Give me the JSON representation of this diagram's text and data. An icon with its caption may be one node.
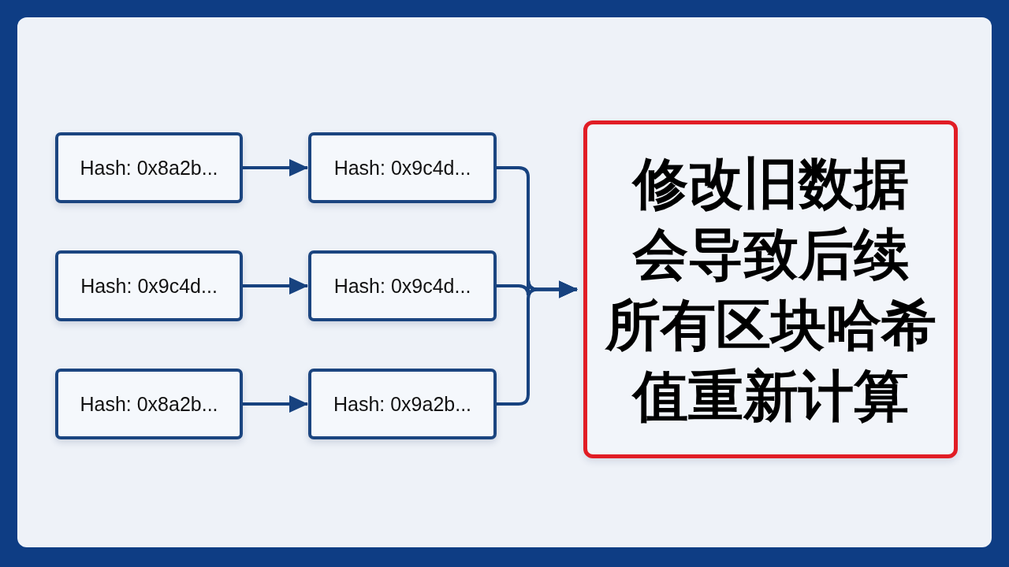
{
  "diagram": {
    "nodes": [
      {
        "text": [
          "Hash: 0x8a2b..."
        ]
      },
      {
        "text": [
          "Hash: 0x9c4d..."
        ]
      },
      {
        "text": [
          "Hash: 0x9c4d..."
        ]
      },
      {
        "text": [
          "Hash: 0x9c4d..."
        ]
      },
      {
        "text": [
          "Hash: 0x8a2b..."
        ]
      },
      {
        "text": [
          "Hash: 0x9a2b..."
        ]
      },
      {
        "text": [
          "修改旧数据会导致后续所有区块哈希值重新计算"
        ]
      }
    ],
    "edges": [
      {
        "from": 0,
        "to": 1,
        "arrow": "to"
      },
      {
        "from": 2,
        "to": 3,
        "arrow": "to"
      },
      {
        "from": 4,
        "to": 5,
        "arrow": "to"
      },
      {
        "from": 1,
        "to": 6,
        "arrow": "to"
      },
      {
        "from": 3,
        "to": 6,
        "arrow": "to"
      },
      {
        "from": 5,
        "to": 6,
        "arrow": "to"
      }
    ]
  }
}
